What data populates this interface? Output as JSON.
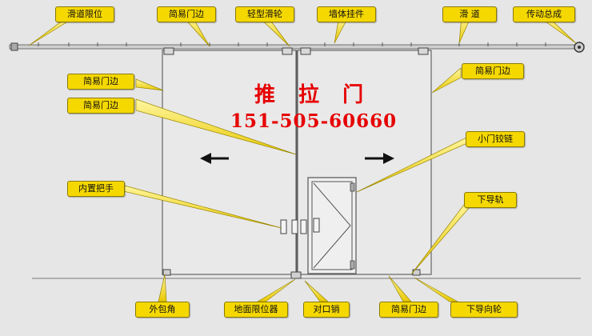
{
  "title": "推 拉 门",
  "phone": "151-505-60660",
  "labels": {
    "track_stop": "滑道限位",
    "edge_top_1": "简易门边",
    "light_pulley": "轻型滑轮",
    "wall_hanger": "墙体挂件",
    "track": "滑 道",
    "drive_assembly": "传动总成",
    "edge_left_top": "简易门边",
    "edge_right_top": "简易门边",
    "edge_left_mid": "简易门边",
    "hinge": "小门铰链",
    "handle": "内置把手",
    "lower_rail": "下导轨",
    "wrap_corner": "外包角",
    "floor_stop": "地面限位器",
    "latch": "对口销",
    "edge_bottom": "简易门边",
    "lower_wheel": "下导向轮"
  },
  "colors": {
    "label_fill": "#f5d800",
    "title_red": "#e60000",
    "background": "#e6e6e6"
  },
  "icons": [
    "arrow-left-icon",
    "arrow-right-icon"
  ]
}
